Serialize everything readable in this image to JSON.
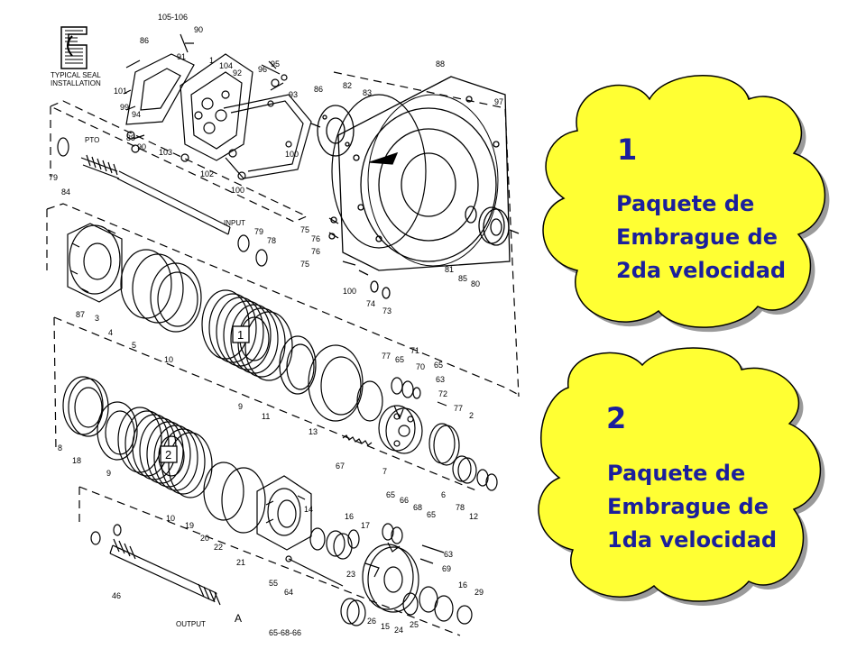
{
  "diagram": {
    "logo_text": [
      "TYPICAL SEAL",
      "INSTALLATION"
    ],
    "captions": {
      "pto": "PTO",
      "input": "INPUT",
      "output": "OUTPUT",
      "view": "A"
    },
    "box_labels": [
      "1",
      "2"
    ],
    "part_labels": [
      "105-106",
      "90",
      "86",
      "91",
      "1",
      "104",
      "92",
      "96",
      "95",
      "88",
      "101",
      "99",
      "94",
      "93",
      "86",
      "82",
      "83",
      "97",
      "89",
      "90",
      "103",
      "102",
      "100",
      "100",
      "79",
      "84",
      "79",
      "78",
      "75",
      "76",
      "76",
      "75",
      "100",
      "74",
      "73",
      "81",
      "85",
      "80",
      "87",
      "3",
      "4",
      "5",
      "10",
      "9",
      "11",
      "13",
      "77",
      "65",
      "71",
      "70",
      "65",
      "63",
      "72",
      "77",
      "2",
      "7",
      "67",
      "6",
      "78",
      "12",
      "8",
      "18",
      "9",
      "10",
      "19",
      "20",
      "22",
      "21",
      "14",
      "16",
      "17",
      "65",
      "66",
      "68",
      "65",
      "63",
      "69",
      "23",
      "55",
      "64",
      "46",
      "26",
      "15",
      "24",
      "25",
      "16",
      "29",
      "65-68-66"
    ]
  },
  "callouts": [
    {
      "number": "1",
      "lines": [
        "Paquete de",
        "Embrague de",
        "2da velocidad"
      ]
    },
    {
      "number": "2",
      "lines": [
        "Paquete de",
        "Embrague de",
        "1da velocidad"
      ]
    }
  ],
  "colors": {
    "cloud_fill": "#ffff33",
    "text": "#1b1f9c",
    "line": "#000000"
  }
}
